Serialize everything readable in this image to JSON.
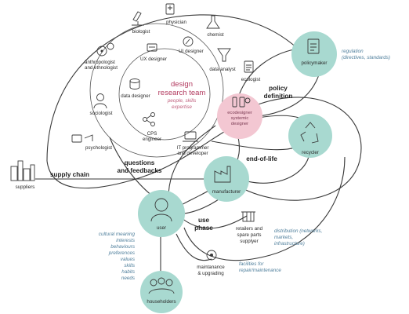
{
  "center": {
    "title1": "design",
    "title2": "research team",
    "sub1": "people, skills",
    "sub2": "expertise"
  },
  "ecodesigner": {
    "line1": "ecodesigner",
    "line2": "systemic",
    "line3": "designer"
  },
  "experts": {
    "physician": "physician",
    "biologist": "biologist",
    "chemist": "chemist",
    "anthropologist1": "anthropologist",
    "anthropologist2": "and ethnologist",
    "ux": "UX designer",
    "ui": "UI designer",
    "data_analyst": "data analyst",
    "ecologist": "ecologist",
    "data_designer": "data designer",
    "sociologist": "sociologist",
    "cps1": "CPS",
    "cps2": "engineer",
    "psychologist": "psychologist",
    "it1": "IT programmer",
    "it2": "and developer"
  },
  "hubs": {
    "policymaker": "policymaker",
    "recycler": "recycler",
    "manufacturer": "manufacturer",
    "user": "user",
    "householders": "householders"
  },
  "flows": {
    "policy1": "policy",
    "policy2": "definition",
    "supply_chain": "supply chain",
    "suppliers": "suppliers",
    "questions1": "questions",
    "questions2": "and feedbacks",
    "end_of_life": "end-of-life",
    "use1": "use",
    "use2": "phase",
    "retailers1": "retailers and",
    "retailers2": "spare parts",
    "retailers3": "supplyer",
    "maint1": "maintanance",
    "maint2": "& upgrading"
  },
  "notes": {
    "regulation1": "regulation",
    "regulation2": "(directives, standards)",
    "distribution1": "distribution (networks,",
    "distribution2": "markets,",
    "distribution3": "infrastructure)",
    "facilities1": "facilities for",
    "facilities2": "repair/maintenance",
    "cultural": [
      "cultural meaning",
      "interests",
      "behaviours",
      "preferences",
      "values",
      "skills",
      "habits",
      "needs"
    ]
  },
  "colors": {
    "teal": "#a8d9d0",
    "pink": "#f3c7d2",
    "accent": "#b23a5f",
    "note": "#4f7f9c"
  }
}
